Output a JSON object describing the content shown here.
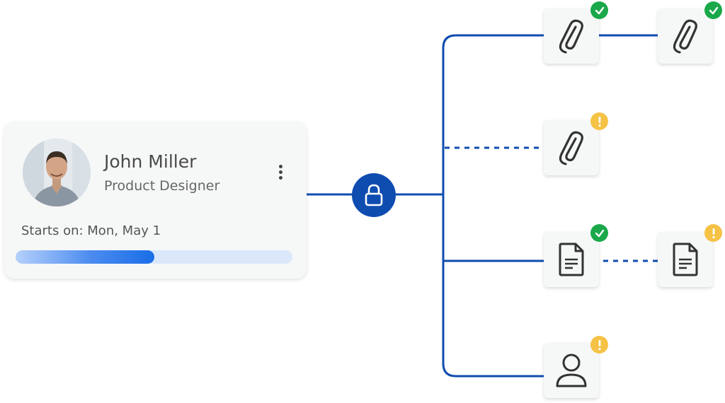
{
  "profile": {
    "name": "John Miller",
    "role": "Product Designer",
    "start_text": "Starts on: Mon, May 1",
    "progress": 0.5
  },
  "colors": {
    "connector": "#0f4cb0",
    "success": "#1aa84a",
    "warning": "#f5c246",
    "progress_track": "#dbe8fb",
    "progress_fill": "#1a6ee8"
  },
  "icons": {
    "lock": "lock-icon",
    "attachment": "paperclip-icon",
    "document": "document-icon",
    "person": "user-icon",
    "success_badge": "check-icon",
    "warning_badge": "exclamation-icon",
    "menu": "more-vertical-icon"
  },
  "nodes": [
    {
      "id": "attachment-1",
      "icon": "paperclip",
      "status": "complete"
    },
    {
      "id": "attachment-2",
      "icon": "paperclip",
      "status": "complete"
    },
    {
      "id": "attachment-3",
      "icon": "paperclip",
      "status": "warning"
    },
    {
      "id": "document-1",
      "icon": "document",
      "status": "complete"
    },
    {
      "id": "document-2",
      "icon": "document",
      "status": "warning"
    },
    {
      "id": "user-1",
      "icon": "user",
      "status": "warning"
    }
  ]
}
